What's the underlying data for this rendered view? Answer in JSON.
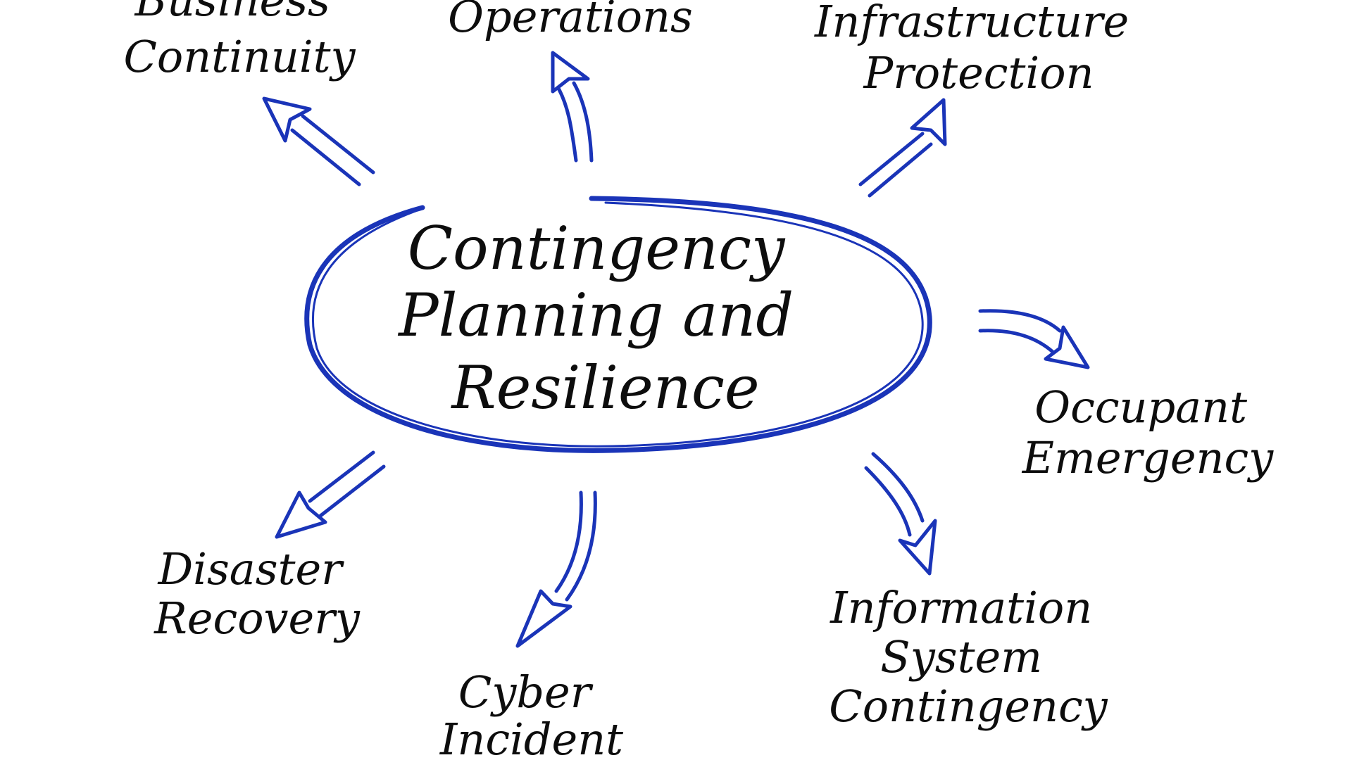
{
  "colors": {
    "ink": "#0d0d0d",
    "accent": "#1a34b8",
    "background": "#ffffff"
  },
  "center": {
    "lines": [
      "Contingency",
      "Planning and",
      "Resilience"
    ]
  },
  "nodes": [
    {
      "id": "business-continuity",
      "lines": [
        "Business",
        "Continuity"
      ]
    },
    {
      "id": "operations",
      "lines": [
        "Operations"
      ]
    },
    {
      "id": "infrastructure-protection",
      "lines": [
        "Infrastructure",
        "Protection"
      ]
    },
    {
      "id": "occupant-emergency",
      "lines": [
        "Occupant",
        "Emergency"
      ]
    },
    {
      "id": "information-system-contingency",
      "lines": [
        "Information",
        "System",
        "Contingency"
      ]
    },
    {
      "id": "cyber-incident",
      "lines": [
        "Cyber",
        "Incident"
      ]
    },
    {
      "id": "disaster-recovery",
      "lines": [
        "Disaster",
        "Recovery"
      ]
    }
  ]
}
